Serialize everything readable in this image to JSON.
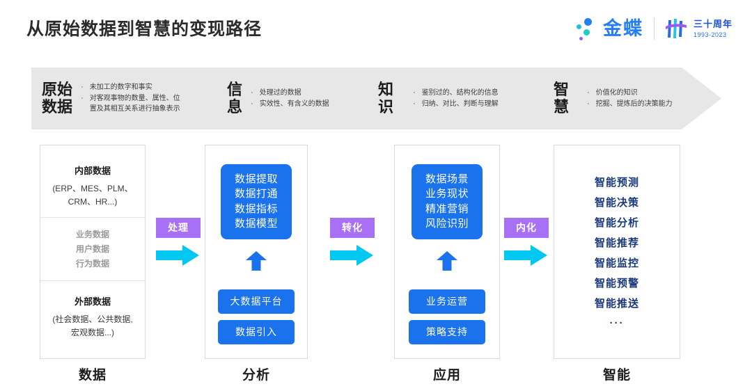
{
  "header": {
    "title": "从原始数据到智慧的变现路径",
    "brand": {
      "name": "金蝶",
      "anniversary_title": "三十周年",
      "anniversary_years": "1993-2023",
      "dot_colors": [
        "#2480f2",
        "#22bfe0",
        "#1bcfc0",
        "#9b5cf0"
      ],
      "brand_color": "#2480f2"
    }
  },
  "banner": {
    "background": "#e7e7e7",
    "segments": [
      {
        "title_line1": "原始",
        "title_line2": "数据",
        "bullets": [
          "未加工的数字和事实",
          "对客观事物的数量、属性、位",
          "置及其相互关系进行抽象表示"
        ]
      },
      {
        "title_line1": "信",
        "title_line2": "息",
        "bullets": [
          "处理过的数据",
          "实效性、有含义的数据"
        ]
      },
      {
        "title_line1": "知",
        "title_line2": "识",
        "bullets": [
          "鉴别过的、结构化的信息",
          "归纳、对比、判断与理解"
        ]
      },
      {
        "title_line1": "智",
        "title_line2": "慧",
        "bullets": [
          "价值化的知识",
          "挖掘、提炼后的决策能力"
        ]
      }
    ]
  },
  "columns": {
    "data": {
      "footer_label": "数据",
      "internal_title": "内部数据",
      "internal_sub_line1": "(ERP、MES、PLM、",
      "internal_sub_line2": "CRM、HR...)",
      "middle_items": [
        "业务数据",
        "用户数据",
        "行为数据"
      ],
      "external_title": "外部数据",
      "external_sub_line1": "(社会数据、公共数据,",
      "external_sub_line2": "宏观数据...)"
    },
    "analysis": {
      "footer_label": "分析",
      "main_items": [
        "数据提取",
        "数据打通",
        "数据指标",
        "数据模型"
      ],
      "pill_top": "大数据平台",
      "pill_bottom": "数据引入"
    },
    "application": {
      "footer_label": "应用",
      "main_items": [
        "数据场景",
        "业务现状",
        "精准营销",
        "风险识别"
      ],
      "pill_top": "业务运营",
      "pill_bottom": "策略支持"
    },
    "intelligence": {
      "footer_label": "智能",
      "items": [
        "智能预测",
        "智能决策",
        "智能分析",
        "智能推荐",
        "智能监控",
        "智能预警",
        "智能推送"
      ],
      "ellipsis": "···"
    }
  },
  "connectors": [
    {
      "label": "处理"
    },
    {
      "label": "转化"
    },
    {
      "label": "内化"
    }
  ],
  "colors": {
    "blue_box": "#1a72ec",
    "purple_label": "#a871f5",
    "cyan_arrow": "#00c8f0",
    "navy_text": "#1b3a7a",
    "banner_gray": "#e7e7e7"
  }
}
